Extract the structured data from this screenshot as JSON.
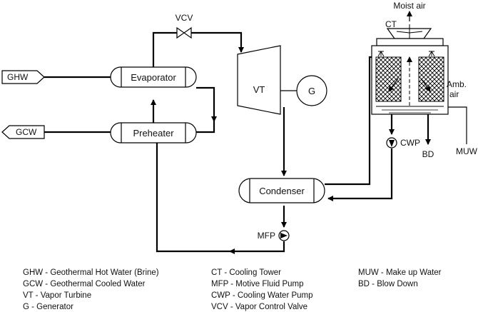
{
  "labels": {
    "vcv": "VCV",
    "vt": "VT",
    "g": "G",
    "evaporator": "Evaporator",
    "preheater": "Preheater",
    "condenser": "Condenser",
    "ghw": "GHW",
    "gcw": "GCW",
    "mfp": "MFP",
    "ct": "CT",
    "moist_air": "Moist air",
    "amb_air_1": "Amb.",
    "amb_air_2": "air",
    "cwp": "CWP",
    "bd": "BD",
    "muw": "MUW"
  },
  "legend": {
    "col1": [
      "GHW - Geothermal Hot Water (Brine)",
      "GCW - Geothermal Cooled Water",
      "VT - Vapor Turbine",
      "G - Generator"
    ],
    "col2": [
      "CT - Cooling Tower",
      "MFP - Motive Fluid Pump",
      "CWP - Cooling Water Pump",
      "VCV - Vapor Control Valve"
    ],
    "col3": [
      "MUW - Make up Water",
      "BD - Blow Down"
    ]
  }
}
